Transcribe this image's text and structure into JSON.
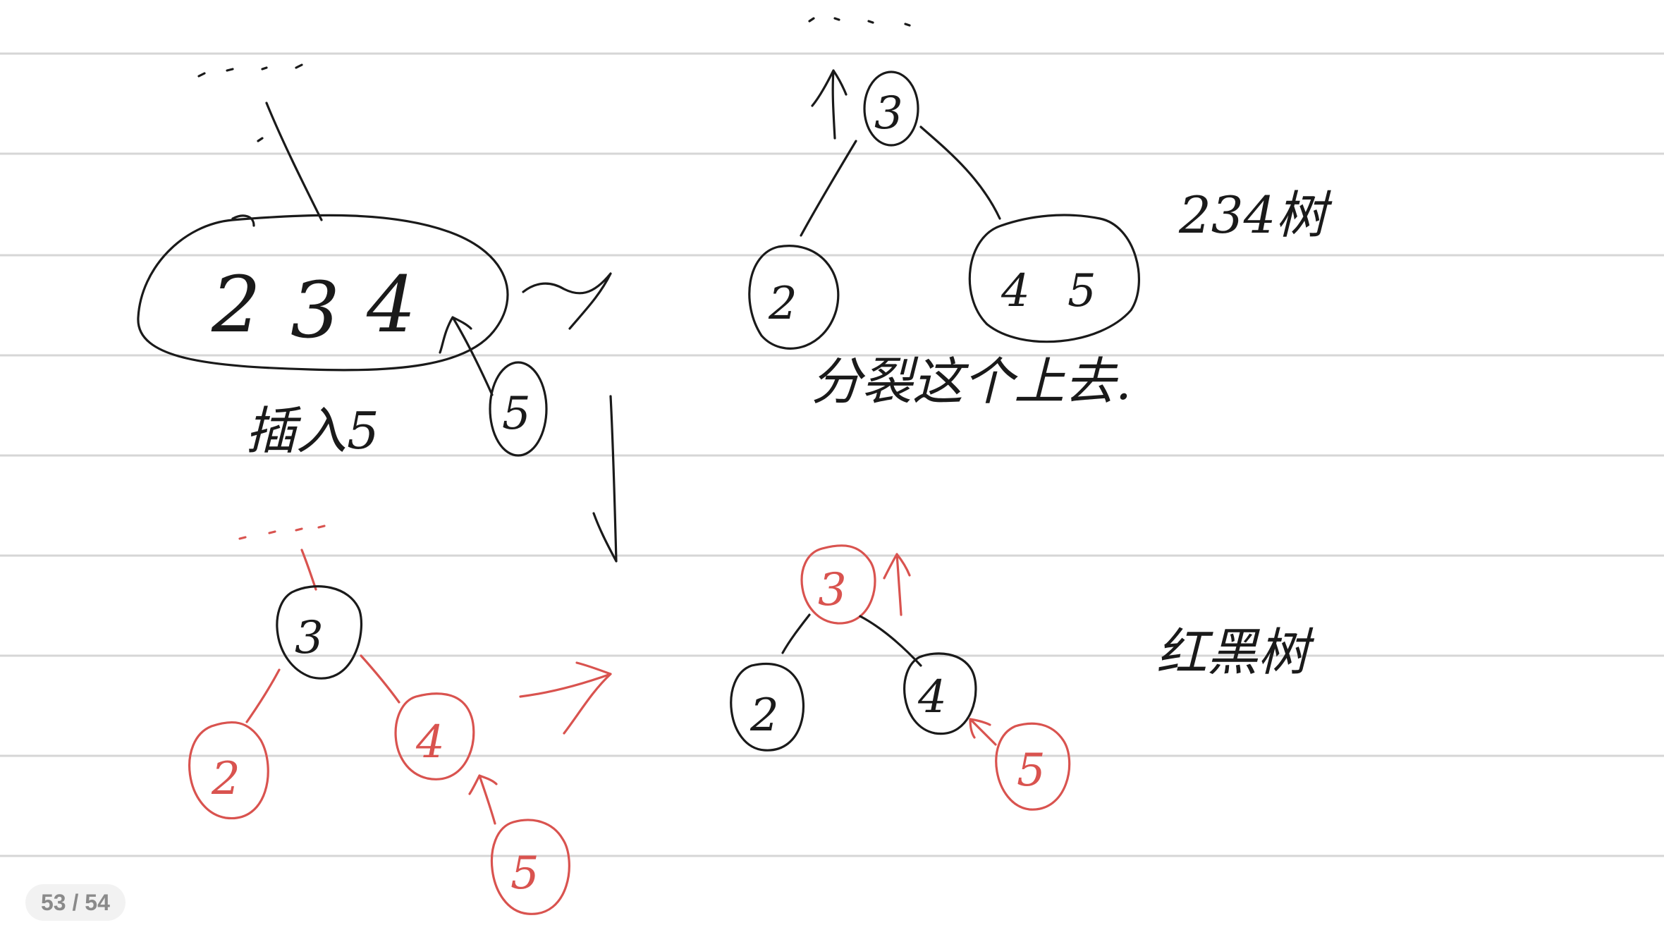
{
  "diagram": {
    "top_left": {
      "node_keys": [
        "2",
        "3",
        "4"
      ],
      "inserted_key": "5",
      "caption": "插入5"
    },
    "top_right": {
      "root": "3",
      "left": "2",
      "right_keys": [
        "4",
        "5"
      ],
      "caption": "分裂这个上去.",
      "tree_label": "234树"
    },
    "bottom_left": {
      "root": "3",
      "left": "2",
      "right": "4",
      "new_node": "5"
    },
    "bottom_right": {
      "root": "3",
      "left": "2",
      "right": "4",
      "right_child": "5",
      "tree_label": "红黑树"
    },
    "colors": {
      "ink": "#1a1a1a",
      "red": "#d9534f",
      "rule": "#d6d6d6"
    }
  },
  "pager": {
    "label": "53 / 54"
  }
}
